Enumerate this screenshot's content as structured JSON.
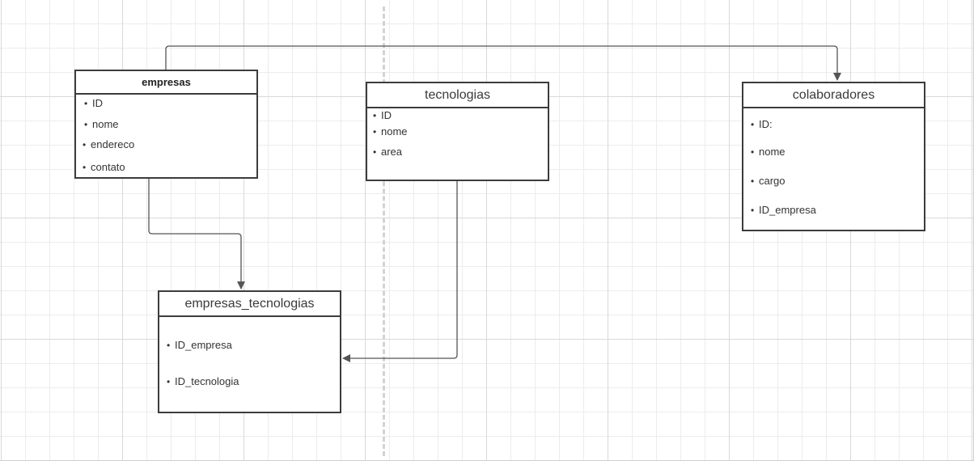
{
  "diagram": {
    "entities": {
      "empresas": {
        "title": "empresas",
        "fields": [
          "ID",
          "nome",
          "endereco",
          "contato"
        ]
      },
      "tecnologias": {
        "title": "tecnologias",
        "fields": [
          "ID",
          "nome",
          "area"
        ]
      },
      "colaboradores": {
        "title": "colaboradores",
        "fields": [
          "ID:",
          "nome",
          "cargo",
          "ID_empresa"
        ]
      },
      "empresas_tecnologias": {
        "title": "empresas_tecnologias",
        "fields": [
          "ID_empresa",
          "ID_tecnologia"
        ]
      }
    },
    "connectors": [
      {
        "from": "empresas",
        "to": "colaboradores"
      },
      {
        "from": "empresas",
        "to": "empresas_tecnologias"
      },
      {
        "from": "tecnologias",
        "to": "empresas_tecnologias"
      }
    ],
    "colors": {
      "line": "#555555",
      "border": "#3c3c3c",
      "divider": "#d3d3d3"
    }
  }
}
